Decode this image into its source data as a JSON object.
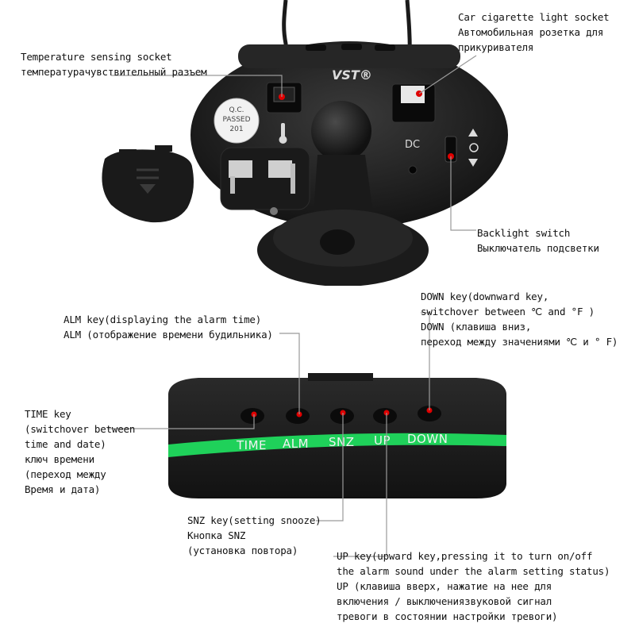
{
  "top_device": {
    "brand": "VST®",
    "qc_stamp": [
      "Q.C.",
      "PASSED",
      "201"
    ],
    "dc_label": "DC"
  },
  "bottom_device": {
    "buttons": [
      "TIME",
      "ALM",
      "SNZ",
      "UP",
      "DOWN"
    ],
    "accent_color": "#1fd15a"
  },
  "callouts": {
    "temperature_socket": {
      "en": "Temperature sensing socket",
      "ru": "температурачувствительный разъем"
    },
    "car_socket": {
      "en": "Car cigarette light socket",
      "ru1": "Автомобильная розетка для",
      "ru2": "прикуривателя"
    },
    "backlight": {
      "en": "Backlight switch",
      "ru": "Выключатель подсветки"
    },
    "down_key": {
      "en1": "DOWN key(downward key,",
      "en2": "switchover between ℃ and °F )",
      "ru1": "DOWN (клавиша вниз,",
      "ru2": "переход между значениями ℃ и ° F)"
    },
    "alm_key": {
      "en": "ALM key(displaying the alarm time)",
      "ru": "ALM (отображение времени будильника)"
    },
    "time_key": {
      "line1": "TIME key",
      "line2": "(switchover between",
      "line3": "time and date)",
      "line4": "ключ времени",
      "line5": "(переход между",
      "line6": "Время и дата)"
    },
    "snz_key": {
      "en": "SNZ key(setting snooze)",
      "ru1": "Кнопка SNZ",
      "ru2": "(установка повтора)"
    },
    "up_key": {
      "en1": "UP key(upward key,pressing it to turn on/off",
      "en2": "the alarm sound under the alarm setting status)",
      "ru1": "UP (клавиша вверх, нажатие на нее для",
      "ru2": "включения / выключениязвуковой сигнал",
      "ru3": "тревоги в состоянии настройки тревоги)"
    }
  },
  "colors": {
    "marker": "#e00000",
    "leader_line": "#9a9a9a",
    "device_body": "#1c1c1c",
    "accent_stripe": "#1fd15a"
  }
}
